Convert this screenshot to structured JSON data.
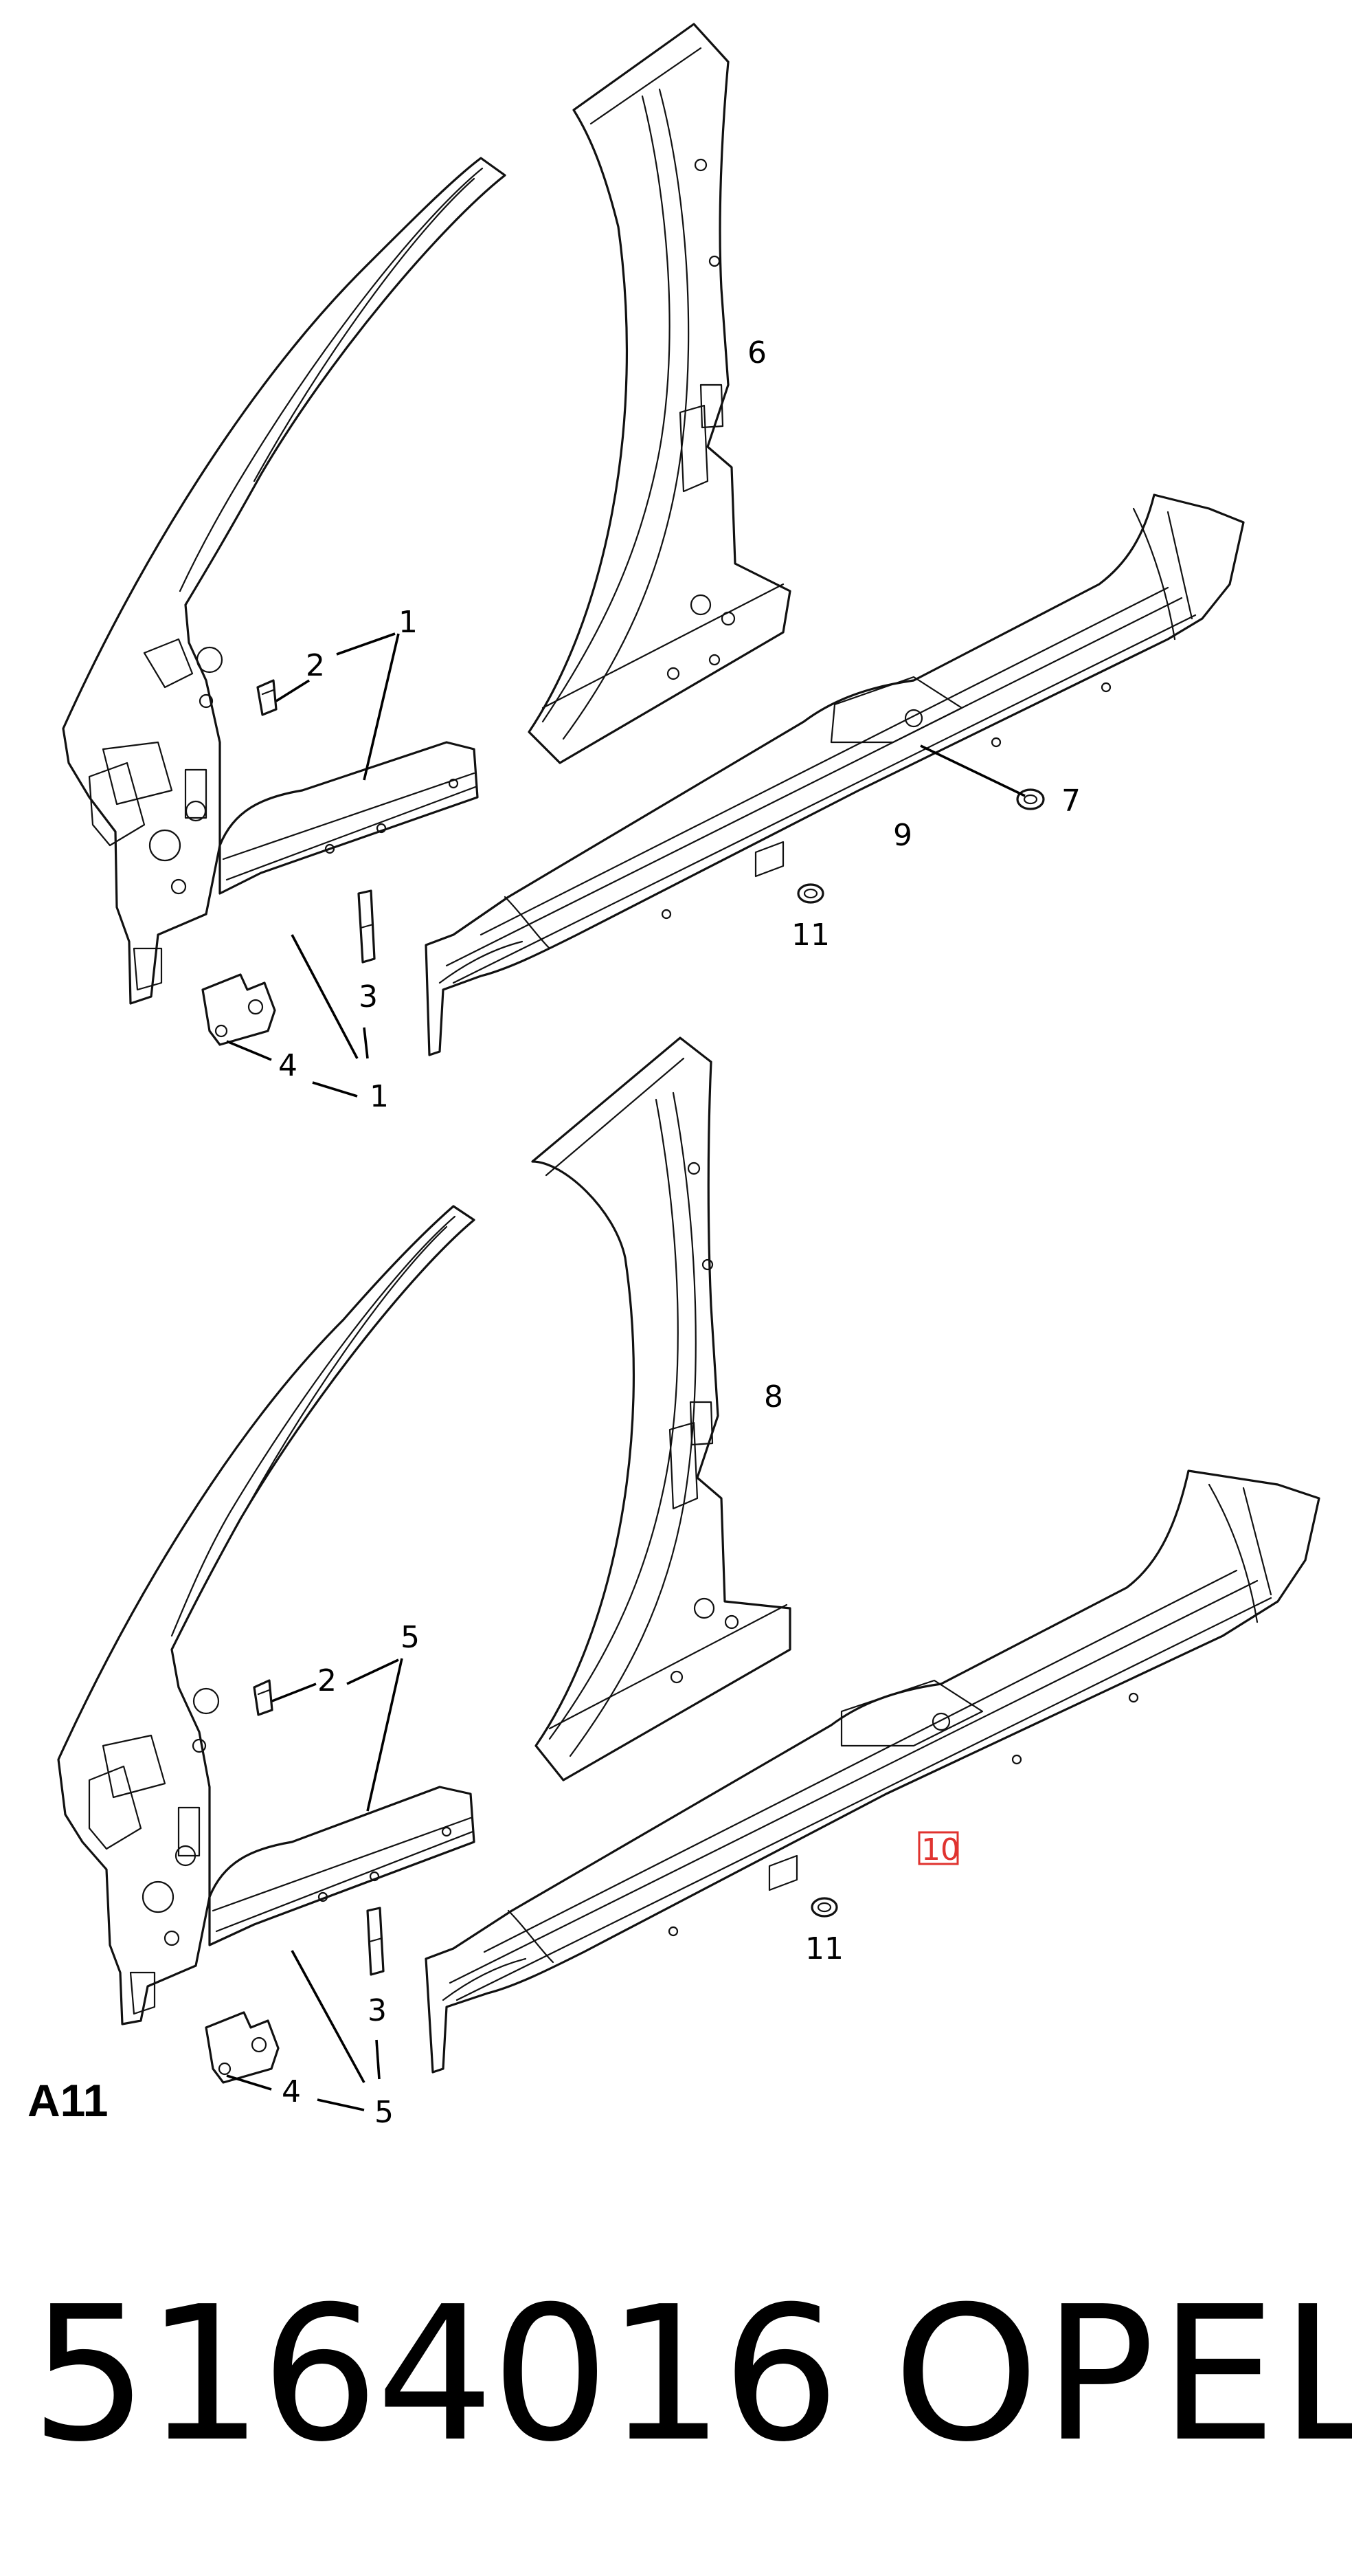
{
  "callouts": {
    "top": {
      "c1a": "1",
      "c2": "2",
      "c6": "6",
      "c7": "7",
      "c9": "9",
      "c11": "11",
      "c3": "3",
      "c4": "4",
      "c1b": "1"
    },
    "bottom": {
      "c5a": "5",
      "c2": "2",
      "c8": "8",
      "c10": "10",
      "c11": "11",
      "c3": "3",
      "c4": "4",
      "c5b": "5"
    }
  },
  "highlight_color": "#e0332f",
  "section_code": "A11",
  "footer": {
    "part_number": "5164016",
    "brand": "OPEL"
  }
}
